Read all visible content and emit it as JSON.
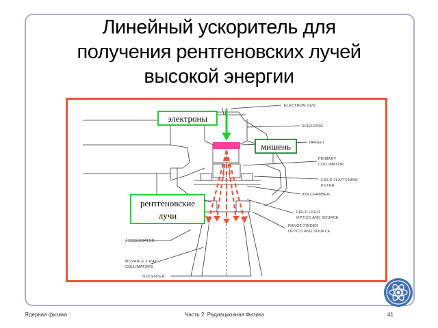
{
  "slide": {
    "title_lines": [
      "Линейный ускоритель для",
      "получения рентгеновских лучей",
      "высокой энергии"
    ]
  },
  "callouts": {
    "electrons": "электроны",
    "target": "мишень",
    "xrays_line1": "рентгеновские",
    "xrays_line2": "лучи"
  },
  "diagram_labels": {
    "electron_gun": "ELECTRON GUN",
    "shielding": "SHIELDING",
    "target": "TARGET",
    "primary_1": "PRIMARY",
    "primary_2": "COLLIMATOR",
    "flatten_1": "FIELD FLATTENING",
    "flatten_2": "FILTER",
    "ion_chamber": "ION CHAMBER",
    "light_1": "FIELD LIGHT",
    "light_2": "OPTICS AND SOURCE",
    "range_1": "RANGE FINDER",
    "range_2": "OPTICS AND SOURCE",
    "accelerator": "ACCELERATOR",
    "movable_1": "MOVABLE X RAY",
    "movable_2": "COLLIMATORS",
    "isocenter": "ISOCENTER"
  },
  "footer": {
    "left": "Ядерная физика",
    "center": "Часть 2: Радиационная Физика",
    "page": "41"
  },
  "colors": {
    "frame_border": "#a9aec0",
    "figure_border": "#e8543a",
    "beam_arrow": "#22cc33",
    "target_bar": "#ee4499",
    "xray": "#e8543a"
  },
  "icons": {
    "logo": "iaea-atom-logo-icon"
  }
}
